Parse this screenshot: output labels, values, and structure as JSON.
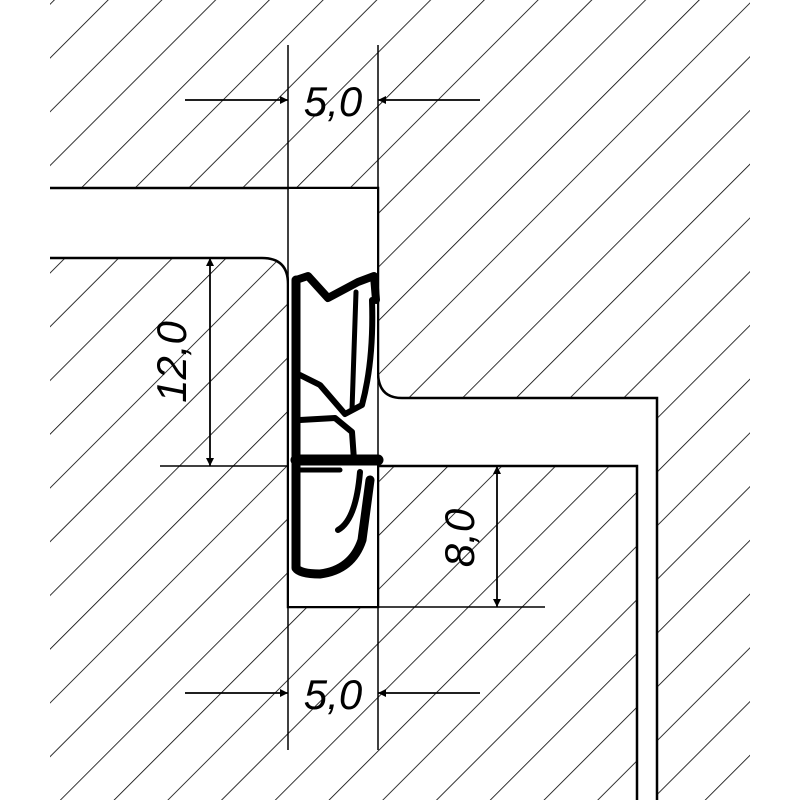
{
  "dimensions": {
    "top_width": "5,0",
    "bottom_width": "5,0",
    "left_height": "12,0",
    "right_height": "8,0"
  },
  "colors": {
    "line": "#000000",
    "background": "#ffffff"
  }
}
